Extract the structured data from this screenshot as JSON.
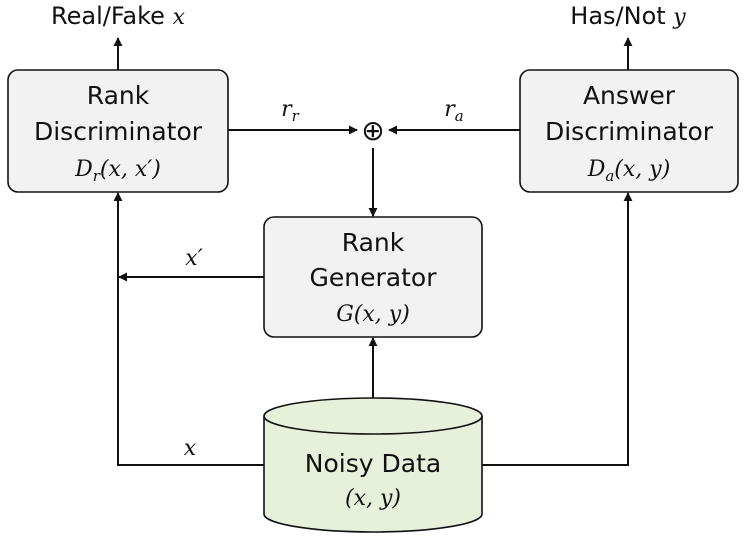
{
  "top_labels": {
    "real_fake": {
      "text": "Real/Fake ",
      "var": "x"
    },
    "has_not": {
      "text": "Has/Not ",
      "var": "y"
    }
  },
  "rank_discriminator": {
    "line1": "Rank",
    "line2": "Discriminator",
    "formula": {
      "head": "D",
      "sub": "r",
      "args": "(x, x′)"
    }
  },
  "answer_discriminator": {
    "line1": "Answer",
    "line2": "Discriminator",
    "formula": {
      "head": "D",
      "sub": "a",
      "args": "(x, y)"
    }
  },
  "rank_generator": {
    "line1": "Rank",
    "line2": "Generator",
    "formula": "G(x, y)"
  },
  "noisy_data": {
    "line1": "Noisy Data",
    "formula": "(x, y)"
  },
  "edge_labels": {
    "r_r": {
      "head": "r",
      "sub": "r"
    },
    "r_a": {
      "head": "r",
      "sub": "a"
    },
    "x_prime": "x′",
    "x": "x"
  },
  "combine_symbol": "⊕"
}
